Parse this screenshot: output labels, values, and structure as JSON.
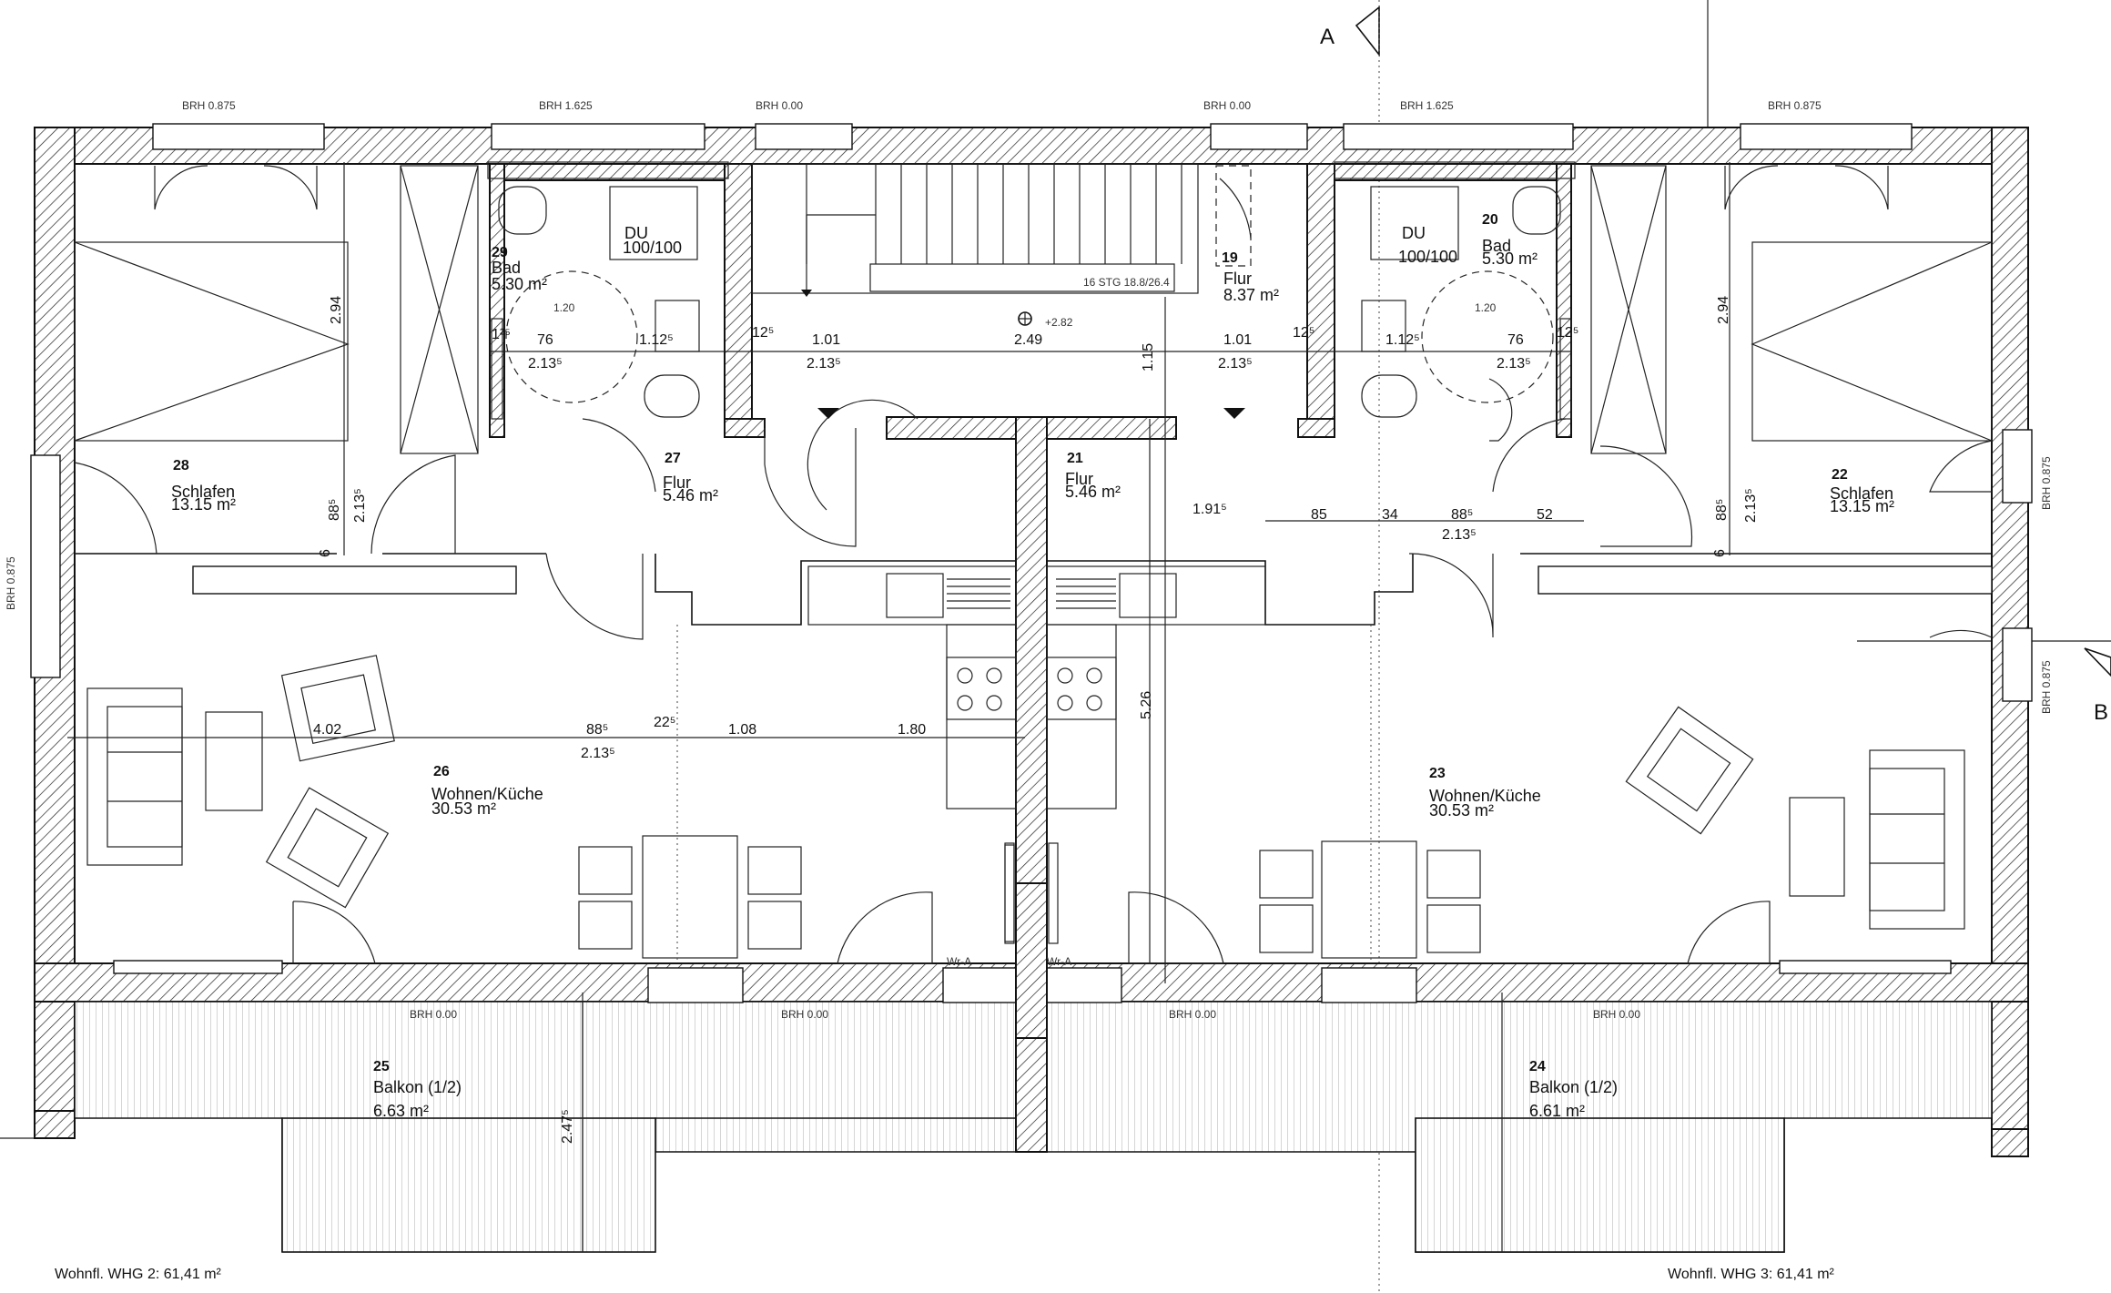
{
  "section_markers": {
    "a": "A",
    "b": "B"
  },
  "brh_labels": {
    "t1": "BRH 0.875",
    "t2": "BRH 1.625",
    "t3": "BRH 0.00",
    "t4": "BRH 0.00",
    "t5": "BRH 1.625",
    "t6": "BRH 0.875",
    "left": "BRH 0.875",
    "right1": "BRH 0.875",
    "right2": "BRH 0.875",
    "b1": "BRH 0.00",
    "b2": "BRH 0.00",
    "b3": "BRH 0.00",
    "b4": "BRH 0.00"
  },
  "rooms": [
    {
      "no": "29",
      "name": "Bad",
      "area": "5.30 m²"
    },
    {
      "no": "20",
      "name": "Bad",
      "area": "5.30 m²"
    },
    {
      "no": "19",
      "name": "Flur",
      "area": "8.37 m²"
    },
    {
      "no": "28",
      "name": "Schlafen",
      "area": "13.15 m²"
    },
    {
      "no": "22",
      "name": "Schlafen",
      "area": "13.15 m²"
    },
    {
      "no": "27",
      "name": "Flur",
      "area": "5.46 m²"
    },
    {
      "no": "21",
      "name": "Flur",
      "area": "5.46 m²"
    },
    {
      "no": "26",
      "name": "Wohnen/Küche",
      "area": "30.53 m²"
    },
    {
      "no": "23",
      "name": "Wohnen/Küche",
      "area": "30.53 m²"
    },
    {
      "no": "25",
      "name": "Balkon (1/2)",
      "area": "6.63 m²"
    },
    {
      "no": "24",
      "name": "Balkon (1/2)",
      "area": "6.61 m²"
    }
  ],
  "fixtures": {
    "shower_left": "DU",
    "shower_left_size": "100/100",
    "shower_right": "DU",
    "shower_right_size": "100/100",
    "stair": "16 STG 18.8/26.4",
    "level": "+2.82",
    "wra_left": "Wr-A",
    "wra_right": "Wr-A",
    "circle_left": "1.20",
    "circle_right": "1.20"
  },
  "dims": {
    "d_294_l": "2.94",
    "d_294_r": "2.94",
    "d_76_l": "76",
    "d_112_l": "1.12⁵",
    "d_125_l": "12⁵",
    "d_101_l": "1.01",
    "d_249": "2.49",
    "d_101_r": "1.01",
    "d_125_r": "12⁵",
    "d_112_r": "1.12⁵",
    "d_76_r": "76",
    "d_213_a": "2.13⁵",
    "d_213_b": "2.13⁵",
    "d_213_c": "2.13⁵",
    "d_213_d": "2.13⁵",
    "d_115": "1.15",
    "d_885_l": "88⁵",
    "d_2135_l": "2.13⁵",
    "d_885_r": "88⁵",
    "d_2135_r": "2.13⁵",
    "d_6_l": "6",
    "d_6_r": "6",
    "d_1915": "1.91⁵",
    "d_85": "85",
    "d_34": "34",
    "d_885_m": "88⁵",
    "d_52": "52",
    "d_213_m": "2.13⁵",
    "d_402": "4.02",
    "d_885_w": "88⁵",
    "d_225": "22⁵",
    "d_108": "1.08",
    "d_180": "1.80",
    "d_213_w": "2.13⁵",
    "d_526": "5.26",
    "d_2475": "2.47⁵",
    "d_125s_l": "1²⁵",
    "d_125s_r": "12⁵"
  },
  "footer": {
    "left": "Wohnfl. WHG 2: 61,41 m²",
    "right": "Wohnfl. WHG 3: 61,41 m²"
  }
}
